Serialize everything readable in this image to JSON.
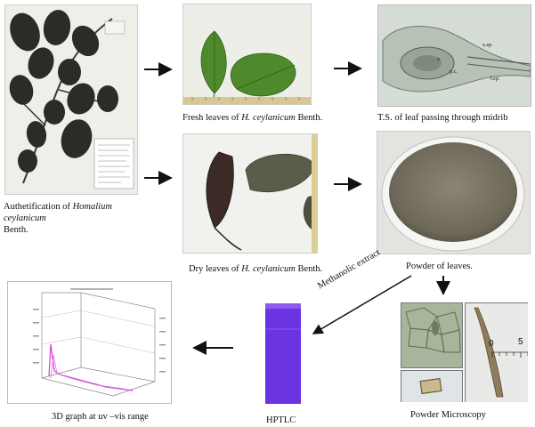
{
  "figure": {
    "captions": {
      "herbarium_pre": "Authetification of ",
      "herbarium_italic": "Homalium ceylanicum",
      "herbarium_post": "Benth.",
      "fresh_pre": "Fresh leaves of ",
      "fresh_italic": "H. ceylanicum",
      "fresh_post": " Benth.",
      "ts": "T.S. of leaf passing through midrib",
      "dry_pre": "Dry leaves of ",
      "dry_italic": "H. ceylanicum",
      "dry_post": " Benth.",
      "powder": "Powder of leaves.",
      "extract": "Methanolic extract",
      "microscopy": "Powder Microscopy",
      "hptlc": "HPTLC",
      "graph": "3D graph at uv –vis range"
    },
    "ts_labels": {
      "u_ep": "u.ep.",
      "l_ep": "l.ep.",
      "x": "x",
      "p_c": "p.c."
    },
    "scale_labels": {
      "zero": "0",
      "five": "5"
    },
    "colors": {
      "hptlc_plate": "#6a34e0",
      "powder": "#7a7466",
      "fresh_leaf": "#4e8a2c",
      "dry_leaf": "#5a5e48",
      "herbarium_leaf": "#2a2c26"
    }
  }
}
